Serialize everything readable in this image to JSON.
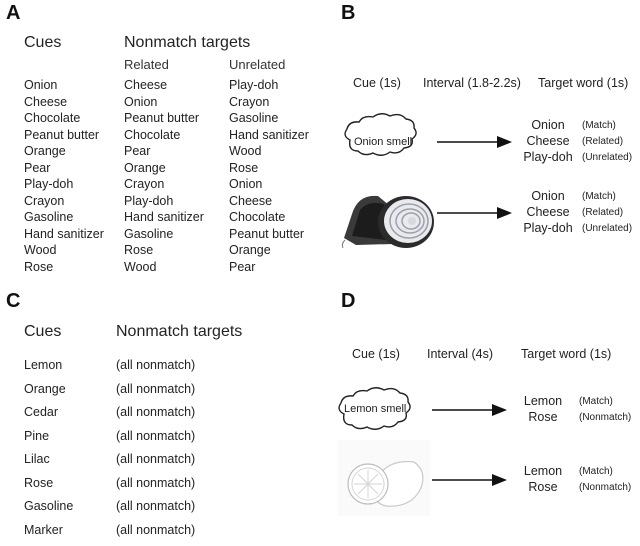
{
  "panels": {
    "A": {
      "letter": "A",
      "cues_header": "Cues",
      "targets_header": "Nonmatch targets",
      "related_header": "Related",
      "unrelated_header": "Unrelated",
      "cues": [
        "Onion",
        "Cheese",
        "Chocolate",
        "Peanut butter",
        "Orange",
        "Pear",
        "Play-doh",
        "Crayon",
        "Gasoline",
        "Hand sanitizer",
        "Wood",
        "Rose"
      ],
      "related": [
        "Cheese",
        "Onion",
        "Peanut butter",
        "Chocolate",
        "Pear",
        "Orange",
        "Crayon",
        "Play-doh",
        "Hand sanitizer",
        "Gasoline",
        "Rose",
        "Wood"
      ],
      "unrelated": [
        "Play-doh",
        "Crayon",
        "Gasoline",
        "Hand sanitizer",
        "Wood",
        "Rose",
        "Onion",
        "Cheese",
        "Chocolate",
        "Peanut butter",
        "Orange",
        "Pear"
      ]
    },
    "B": {
      "letter": "B",
      "cue_label": "Cue (1s)",
      "interval_label": "Interval (1.8-2.2s)",
      "target_label": "Target word (1s)",
      "cloud_text": "Onion smell",
      "trials": [
        {
          "words": [
            "Onion",
            "Cheese",
            "Play-doh"
          ],
          "tags": [
            "(Match)",
            "(Related)",
            "(Unrelated)"
          ]
        },
        {
          "words": [
            "Onion",
            "Cheese",
            "Play-doh"
          ],
          "tags": [
            "(Match)",
            "(Related)",
            "(Unrelated)"
          ]
        }
      ]
    },
    "C": {
      "letter": "C",
      "cues_header": "Cues",
      "targets_header": "Nonmatch targets",
      "cues": [
        "Lemon",
        "Orange",
        "Cedar",
        "Pine",
        "Lilac",
        "Rose",
        "Gasoline",
        "Marker"
      ],
      "targets": [
        "(all nonmatch)",
        "(all nonmatch)",
        "(all nonmatch)",
        "(all nonmatch)",
        "(all nonmatch)",
        "(all nonmatch)",
        "(all nonmatch)",
        "(all nonmatch)"
      ]
    },
    "D": {
      "letter": "D",
      "cue_label": "Cue (1s)",
      "interval_label": "Interval (4s)",
      "target_label": "Target word (1s)",
      "cloud_text": "Lemon smell",
      "trials": [
        {
          "words": [
            "Lemon",
            "Rose"
          ],
          "tags": [
            "(Match)",
            "(Nonmatch)"
          ]
        },
        {
          "words": [
            "Lemon",
            "Rose"
          ],
          "tags": [
            "(Match)",
            "(Nonmatch)"
          ]
        }
      ]
    }
  },
  "icons": {
    "onion": "onion-photo-icon",
    "lemon": "lemon-sketch-icon",
    "cloud": "smell-cloud-icon",
    "arrow": "right-arrow-icon"
  }
}
